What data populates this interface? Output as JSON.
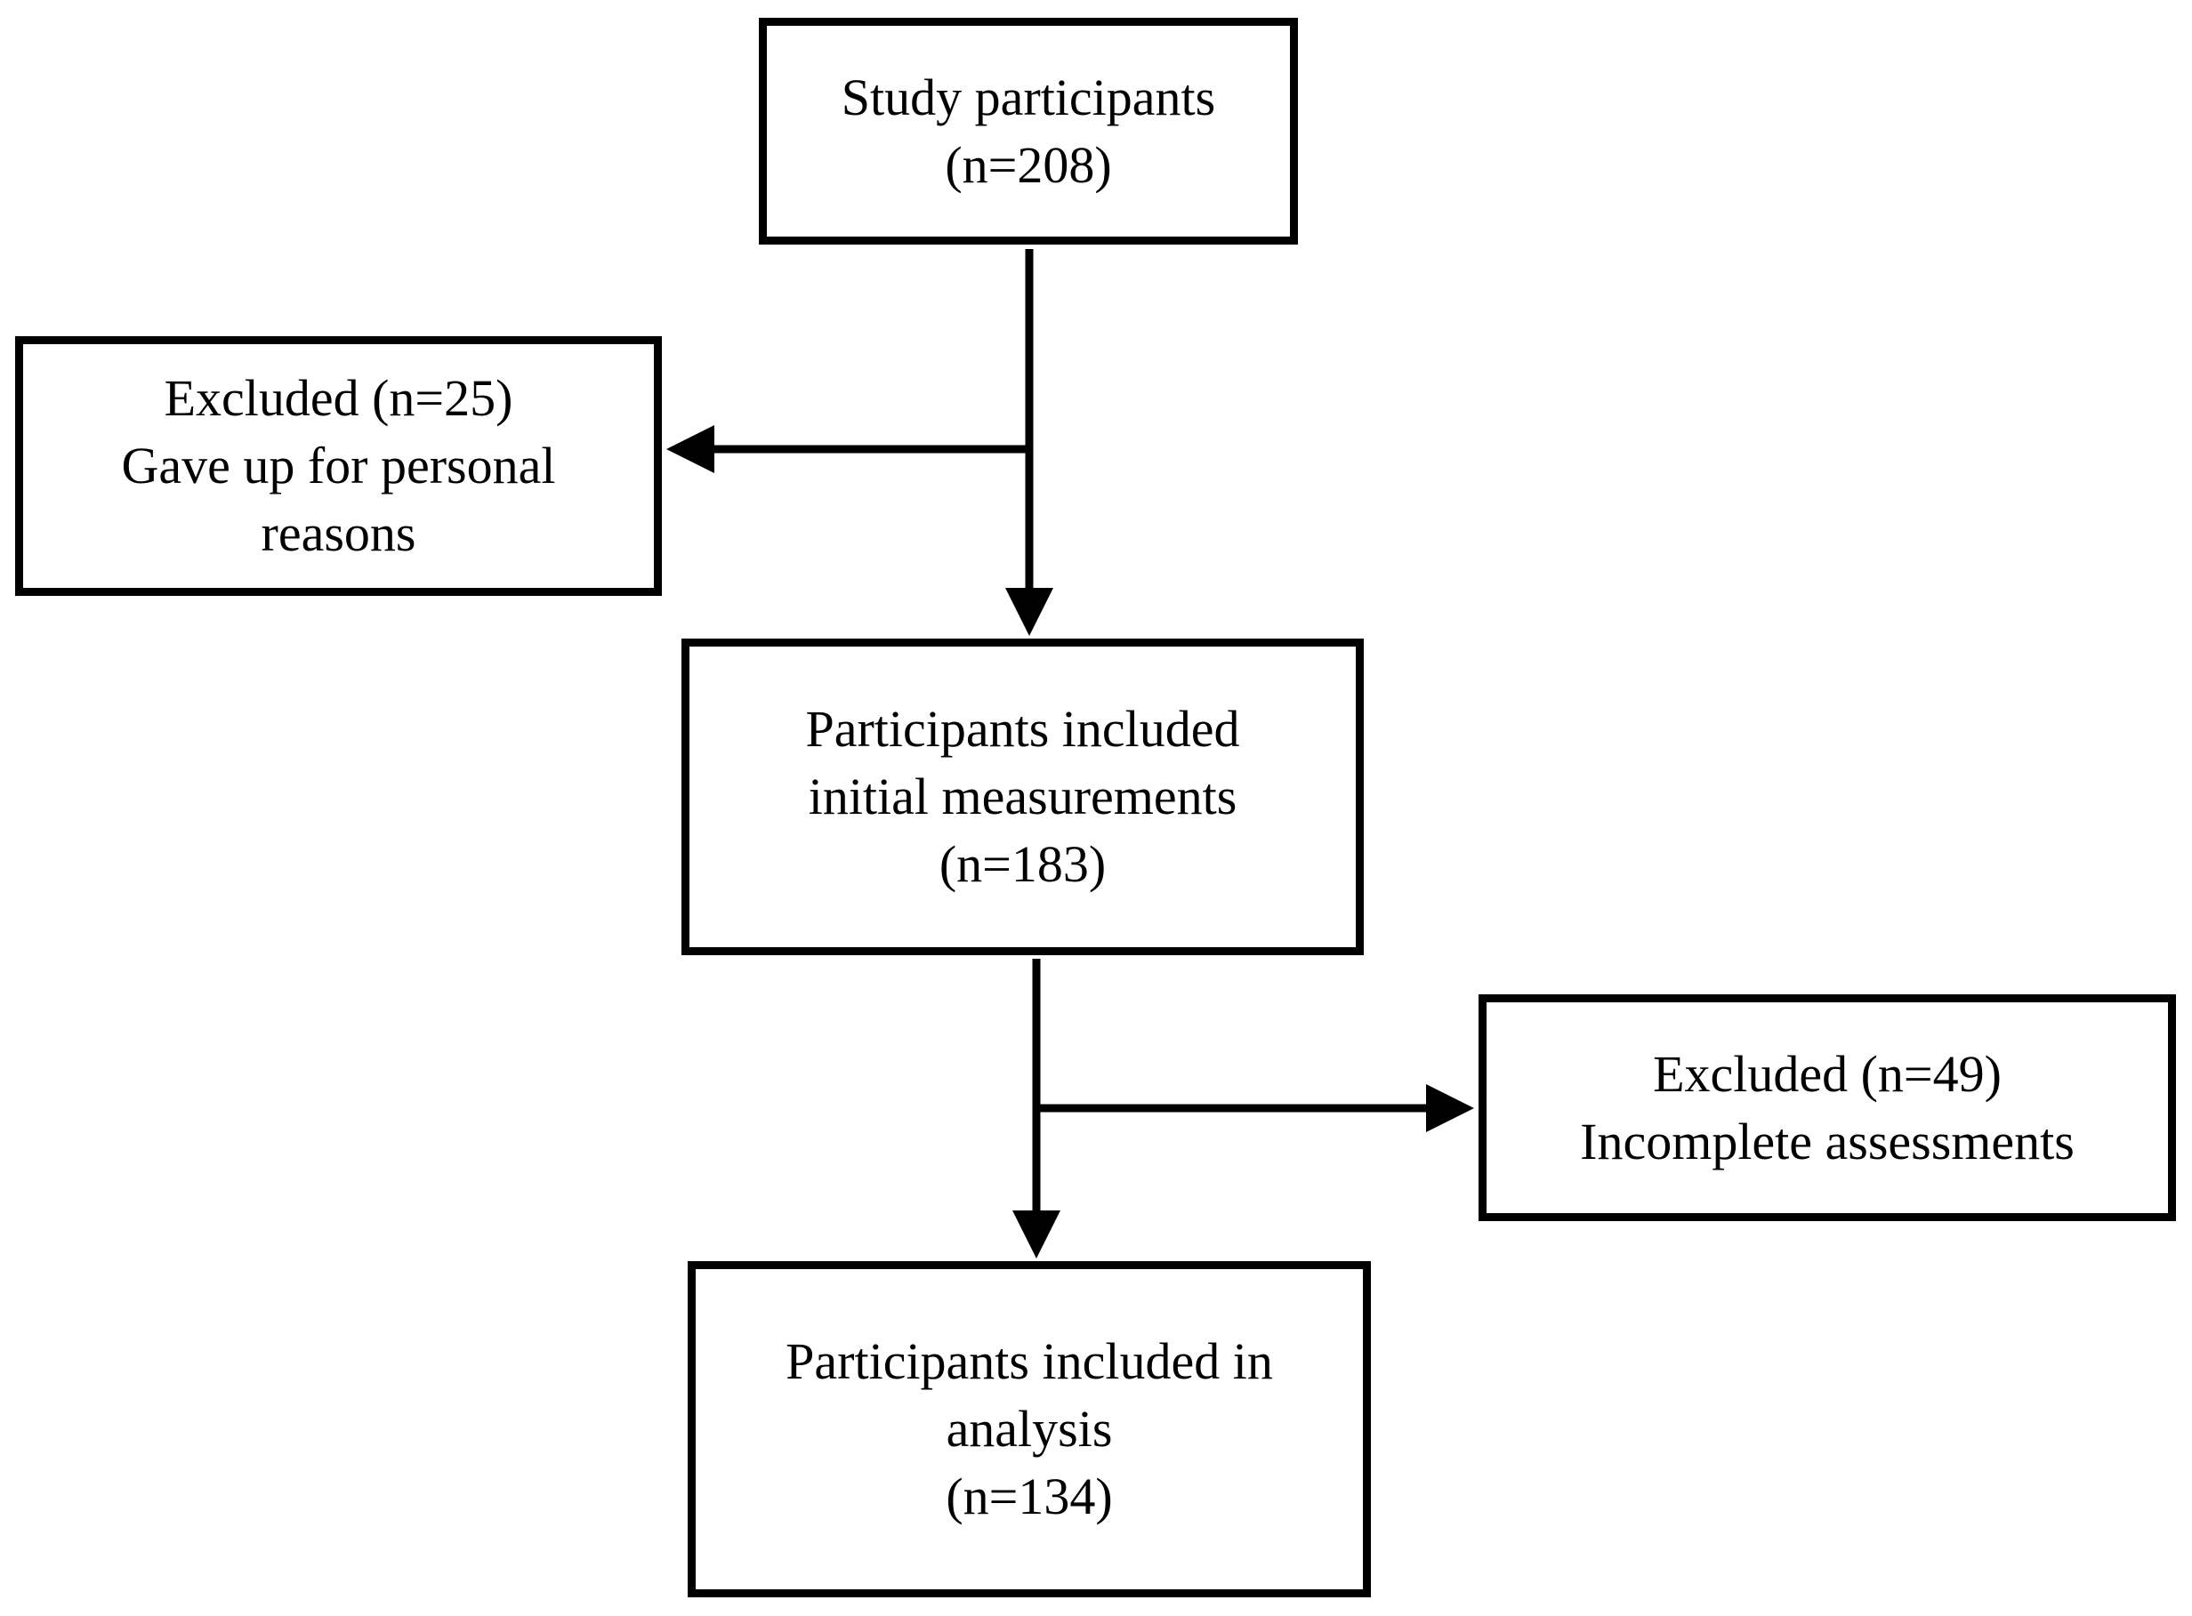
{
  "nodes": {
    "study": {
      "lines": [
        "Study participants",
        "(n=208)"
      ]
    },
    "excluded_personal": {
      "lines": [
        "Excluded (n=25)",
        "Gave up for personal",
        "reasons"
      ]
    },
    "initial": {
      "lines": [
        "Participants included",
        "initial measurements",
        "(n=183)"
      ]
    },
    "excluded_incomplete": {
      "lines": [
        "Excluded (n=49)",
        "Incomplete assessments"
      ]
    },
    "analysis": {
      "lines": [
        "Participants included in",
        "analysis",
        "(n=134)"
      ]
    }
  },
  "edges": [
    {
      "from": "study",
      "to": "initial"
    },
    {
      "from": "study",
      "to": "excluded_personal"
    },
    {
      "from": "initial",
      "to": "analysis"
    },
    {
      "from": "initial",
      "to": "excluded_incomplete"
    }
  ],
  "colors": {
    "stroke": "#000000",
    "background": "#ffffff"
  }
}
